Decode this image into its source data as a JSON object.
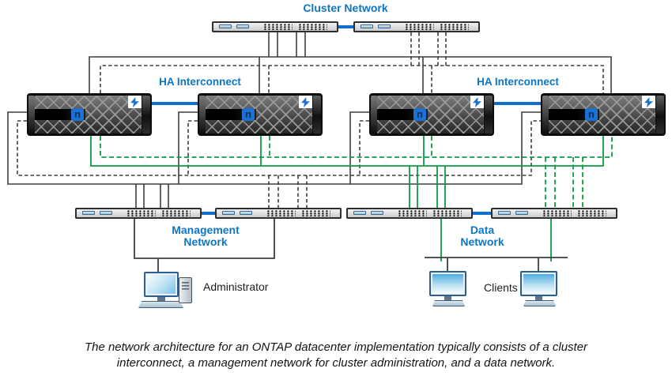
{
  "labels": {
    "cluster_network": "Cluster Network",
    "ha_interconnect_left": "HA Interconnect",
    "ha_interconnect_right": "HA Interconnect",
    "management_network": "Management Network",
    "data_network": "Data Network",
    "administrator": "Administrator",
    "clients": "Clients"
  },
  "caption": {
    "line1": "The network architecture for an ONTAP datacenter implementation typically consists of a cluster",
    "line2": "interconnect, a management network for cluster administration, and a data network."
  },
  "controller": {
    "logo_letter": "n"
  },
  "icons": {
    "controller_logo": "netapp-n-logo",
    "controller_badge": "lightning-bolt"
  },
  "colors": {
    "label_blue": "#0e76c4",
    "link_blue": "#1170cf",
    "line_dark": "#3e3e3e",
    "line_green": "#0d9b43",
    "switch_body": "#d9d9d9",
    "controller_body": "#111111",
    "logo_blue": "#1b72d4"
  },
  "networks": {
    "cluster": {
      "switches": 2,
      "solid_lines_to": "left cluster switch",
      "dashed_lines_to": "right cluster switch"
    },
    "management": {
      "switches": 2,
      "line_color": "dark gray"
    },
    "data": {
      "switches": 2,
      "line_color": "green"
    }
  }
}
